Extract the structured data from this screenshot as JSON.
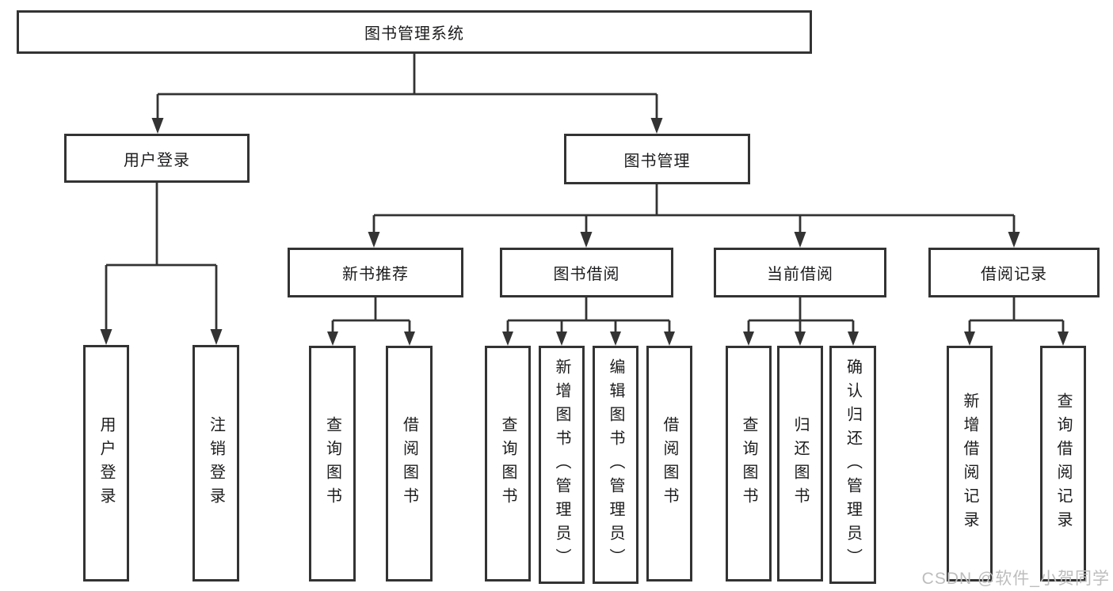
{
  "diagram": {
    "title_node": {
      "label": "图书管理系统"
    },
    "level2": [
      {
        "label": "用户登录",
        "children": [
          {
            "label": "用户登录"
          },
          {
            "label": "注销登录"
          }
        ]
      },
      {
        "label": "图书管理",
        "children": [
          {
            "label": "新书推荐",
            "children": [
              {
                "label": "查询图书"
              },
              {
                "label": "借阅图书"
              }
            ]
          },
          {
            "label": "图书借阅",
            "children": [
              {
                "label": "查询图书"
              },
              {
                "label": "新增图书（管理员）"
              },
              {
                "label": "编辑图书（管理员）"
              },
              {
                "label": "借阅图书"
              }
            ]
          },
          {
            "label": "当前借阅",
            "children": [
              {
                "label": "查询图书"
              },
              {
                "label": "归还图书"
              },
              {
                "label": "确认归还（管理员）"
              }
            ]
          },
          {
            "label": "借阅记录",
            "children": [
              {
                "label": "新增借阅记录"
              },
              {
                "label": "查询借阅记录"
              }
            ]
          }
        ]
      }
    ],
    "colors": {
      "line": "#333333",
      "text": "#1c1c1e",
      "watermark": "#bdbdbd",
      "background": "#ffffff"
    }
  },
  "watermark": {
    "text": "CSDN @软件_小贺同学"
  }
}
